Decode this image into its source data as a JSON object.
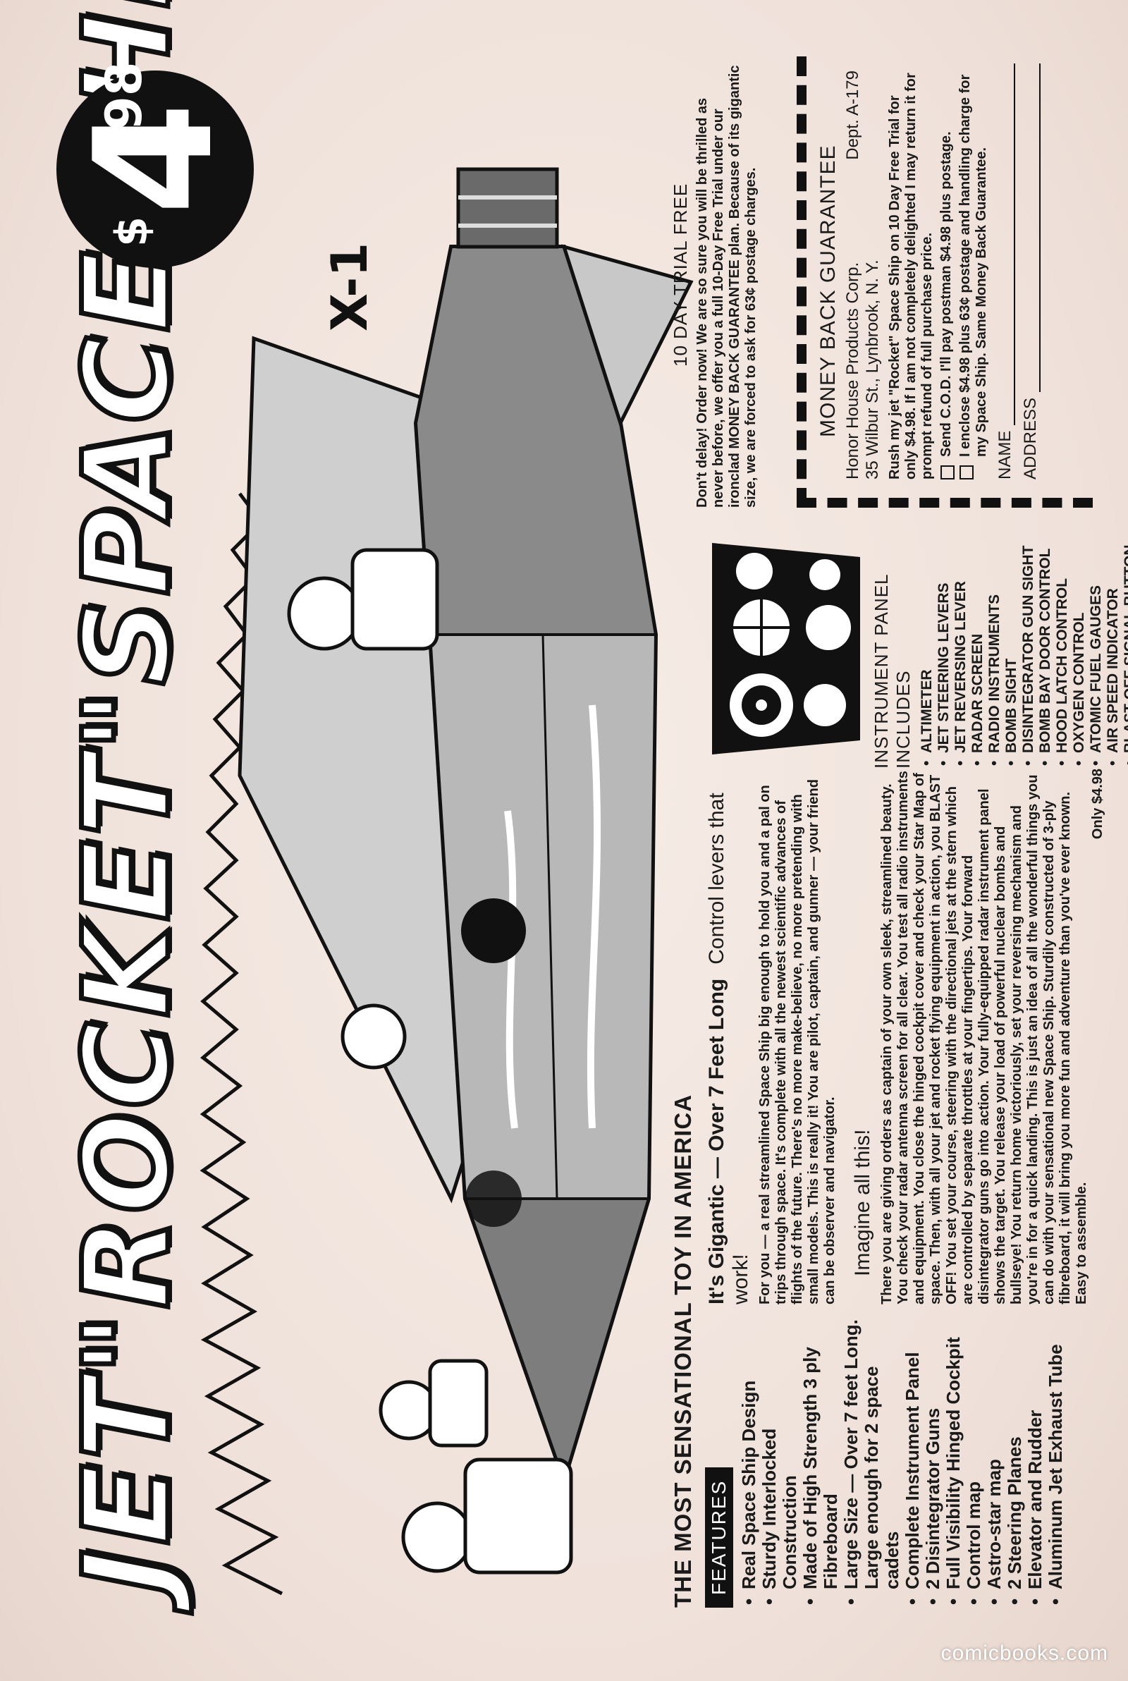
{
  "headline": "JET\"ROCKET\"SPACE SHIP!",
  "price": {
    "currency": "$",
    "dollars": "4",
    "cents": "98"
  },
  "rocket_label": "X-1",
  "banner": "THE MOST SENSATIONAL TOY IN AMERICA",
  "features": {
    "tag": "FEATURES",
    "items": [
      "Real Space Ship Design",
      "Sturdy Interlocked Construction",
      "Made of High Strength 3 ply Fibreboard",
      "Large Size — Over 7 feet Long. Large enough for 2 space cadets",
      "Complete Instrument Panel",
      "2 Disintegrator Guns",
      "Full Visibility Hinged Cockpit",
      "Control map",
      "Astro-star map",
      "2 Steering Planes",
      "Elevator and Rudder",
      "Aluminum Jet Exhaust Tube"
    ]
  },
  "intro": {
    "heading": "It's Gigantic — Over 7 Feet Long",
    "heading_right": "Control levers that work!",
    "body": "For you — a real streamlined Space Ship big enough to hold you and a pal on trips through space. It's complete with all the newest scientific advances of flights of the future. There's no more make-believe, no more pretending with small models. This is really it! You are pilot, captain, and gunner — your friend can be observer and navigator.",
    "subheading": "Imagine all this!",
    "body2": "There you are giving orders as captain of your own sleek, streamlined beauty. You check your radar antenna screen for all clear. You test all radio instruments and equipment. You close the hinged cockpit cover and check your Star Map of space. Then, with all your jet and rocket flying equipment in action, you BLAST OFF! You set your course, steering with the directional jets at the stern which are controlled by separate throttles at your fingertips. Your forward disintegrator guns go into action. Your fully-equipped radar instrument panel shows the target. You release your load of powerful nuclear bombs and bullseye! You return home victoriously, set your reversing mechanism and you're in for a quick landing. This is just an idea of all the wonderful things you can do with your sensational new Space Ship. Sturdily constructed of 3-ply fibreboard, it will bring you more fun and adventure than you've ever known. Easy to assemble.",
    "price_line": "Only $4.98"
  },
  "instrument_panel": {
    "heading": "INSTRUMENT PANEL INCLUDES",
    "items": [
      "ALTIMETER",
      "JET STEERING LEVERS",
      "JET REVERSING LEVER",
      "RADAR SCREEN",
      "RADIO INSTRUMENTS",
      "BOMB SIGHT",
      "DISINTEGRATOR GUN SIGHT",
      "BOMB BAY DOOR CONTROL",
      "HOOD LATCH CONTROL",
      "OXYGEN CONTROL",
      "ATOMIC FUEL GAUGES",
      "AIR SPEED INDICATOR",
      "BLAST OFF SIGNAL BUTTON"
    ]
  },
  "trial": {
    "heading": "10 DAY TRIAL FREE",
    "body": "Don't delay! Order now! We are so sure you will be thrilled as never before, we offer you a full 10-Day Free Trial under our ironclad MONEY BACK GUARANTEE plan. Because of its gigantic size, we are forced to ask for 63¢ postage charges."
  },
  "coupon": {
    "heading": "MONEY BACK GUARANTEE",
    "company": "Honor House Products Corp.",
    "dept": "Dept. A-179",
    "address": "35 Wilbur St., Lynbrook, N. Y.",
    "order_text": "Rush my jet \"Rocket\" Space Ship on 10 Day Free Trial for only $4.98. If I am not completely delighted I may return it for prompt refund of full purchase price.",
    "option_cod": "Send C.O.D. I'll pay postman $4.98 plus postage.",
    "option_enclose": "I enclose $4.98 plus 63¢ postage and handling charge for my Space Ship. Same Money Back Guarantee.",
    "name_label": "NAME",
    "address_label": "ADDRESS"
  },
  "watermark": "comicbooks.com",
  "colors": {
    "ink": "#111111",
    "paper": "#efe3dc"
  }
}
